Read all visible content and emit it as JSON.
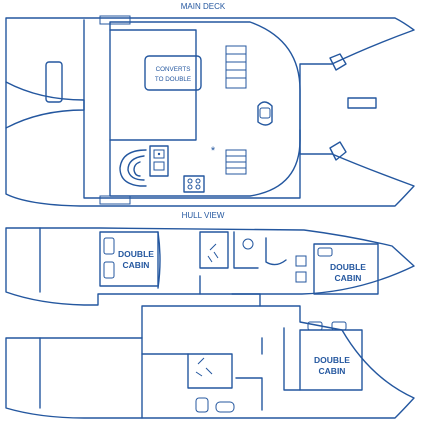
{
  "main_deck": {
    "title": "MAIN DECK",
    "note_line1": "CONVERTS",
    "note_line2": "TO DOUBLE"
  },
  "hull_view": {
    "title": "HULL VIEW",
    "cabins": [
      {
        "line1": "DOUBLE",
        "line2": "CABIN"
      },
      {
        "line1": "DOUBLE",
        "line2": "CABIN"
      },
      {
        "line1": "DOUBLE",
        "line2": "CABIN"
      }
    ]
  },
  "colors": {
    "line": "#24579f",
    "background": "#ffffff"
  }
}
